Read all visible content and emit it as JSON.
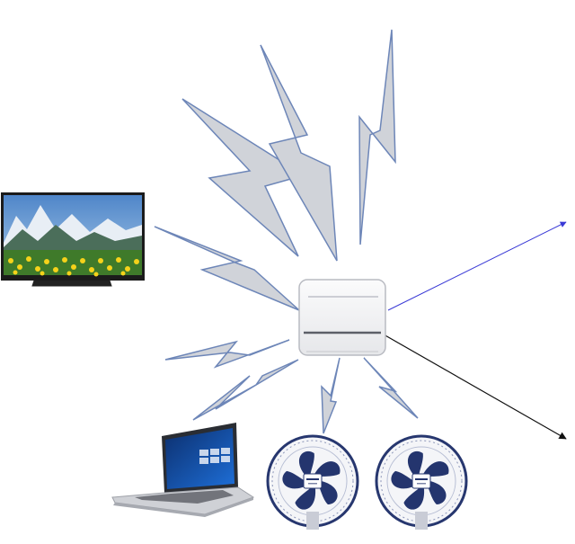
{
  "diagram": {
    "colors": {
      "background": "#ffffff",
      "bolt_fill": "#d0d3d9",
      "bolt_stroke": "#6d86b8",
      "wireless_arrow": "#3a3ad6",
      "wired_arrow": "#111111",
      "hub_body": "#f3f3f5",
      "hub_edge": "#b9bbc2",
      "fan_blade": "#24356e"
    },
    "nodes": [
      {
        "id": "hub",
        "kind": "wireless-hub",
        "icon": "router-icon"
      },
      {
        "id": "tv",
        "kind": "television",
        "icon": "tv-icon",
        "screen_scene": "mountain-meadow"
      },
      {
        "id": "laptop",
        "kind": "laptop",
        "icon": "laptop-icon"
      },
      {
        "id": "fan-1",
        "kind": "fan",
        "icon": "fan-icon"
      },
      {
        "id": "fan-2",
        "kind": "fan",
        "icon": "fan-icon"
      }
    ],
    "links": [
      {
        "from": "hub",
        "to": "up-left",
        "style": "lightning"
      },
      {
        "from": "hub",
        "to": "up",
        "style": "lightning"
      },
      {
        "from": "hub",
        "to": "up-right",
        "style": "lightning"
      },
      {
        "from": "hub",
        "to": "tv",
        "style": "lightning"
      },
      {
        "from": "hub",
        "to": "laptop",
        "style": "lightning"
      },
      {
        "from": "hub",
        "to": "laptop-lower",
        "style": "lightning"
      },
      {
        "from": "hub",
        "to": "fan-1",
        "style": "lightning"
      },
      {
        "from": "hub",
        "to": "fan-2",
        "style": "lightning"
      },
      {
        "from": "hub",
        "to": "right-upper",
        "style": "arrow-blue"
      },
      {
        "from": "hub",
        "to": "right-lower",
        "style": "arrow-black"
      }
    ]
  }
}
